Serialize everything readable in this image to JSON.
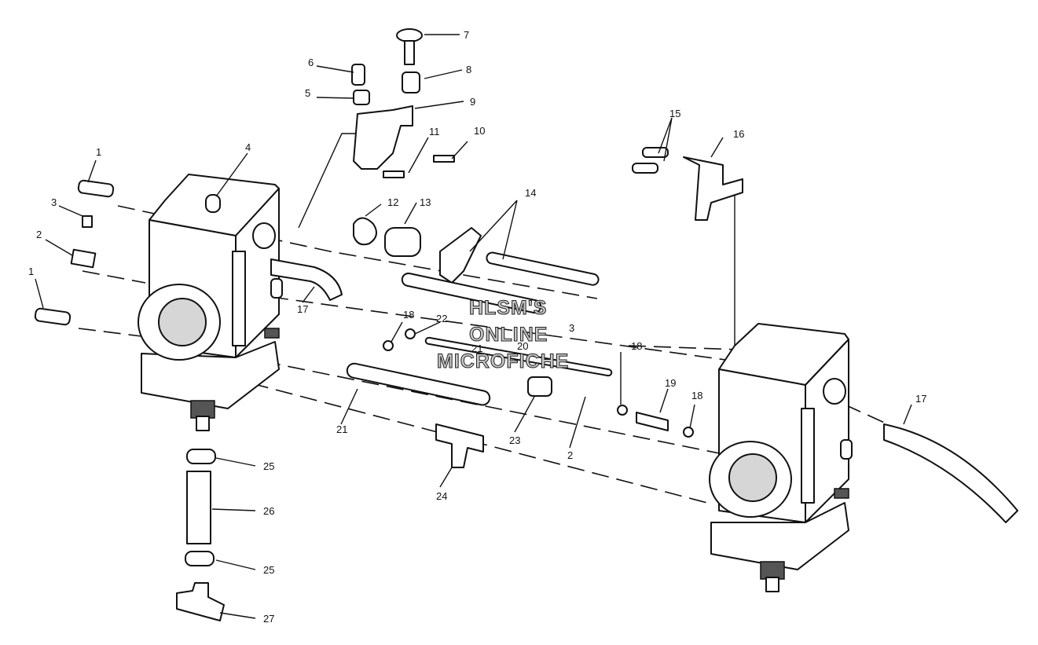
{
  "callouts": [
    "1",
    "1",
    "2",
    "3",
    "4",
    "5",
    "6",
    "7",
    "8",
    "9",
    "10",
    "11",
    "12",
    "13",
    "14",
    "15",
    "16",
    "17",
    "17",
    "18",
    "18",
    "18",
    "19",
    "20",
    "21",
    "21",
    "22",
    "23",
    "2",
    "3",
    "24",
    "25",
    "25",
    "26",
    "27"
  ],
  "watermark": {
    "line1": "HLSM'S",
    "line2": "ONLINE",
    "line3": "MICROFICHE"
  }
}
